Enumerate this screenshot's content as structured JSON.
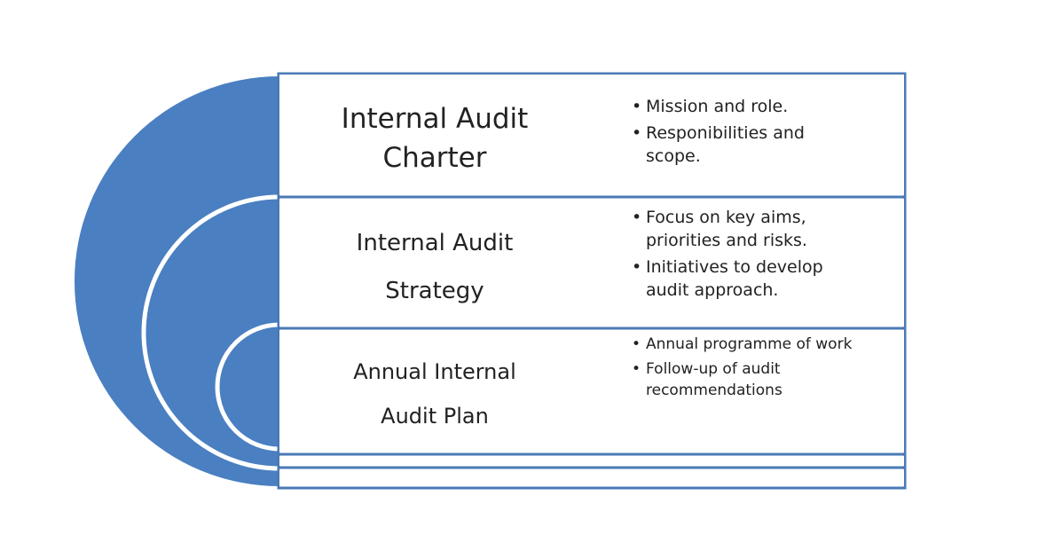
{
  "colors": {
    "fill": "#4a7fc1",
    "border": "#4a7ab5"
  },
  "rows": [
    {
      "title_lines": [
        "Internal Audit",
        "Charter"
      ],
      "bullets": [
        "Mission and role.",
        "Responibilities and scope."
      ]
    },
    {
      "title_lines": [
        "Internal Audit",
        "Strategy"
      ],
      "bullets": [
        "Focus on key aims, priorities and risks.",
        "Initiatives to develop audit approach."
      ]
    },
    {
      "title_lines": [
        "Annual Internal",
        "Audit Plan"
      ],
      "bullets": [
        "Annual programme of work",
        "Follow-up of audit recommendations"
      ]
    }
  ]
}
